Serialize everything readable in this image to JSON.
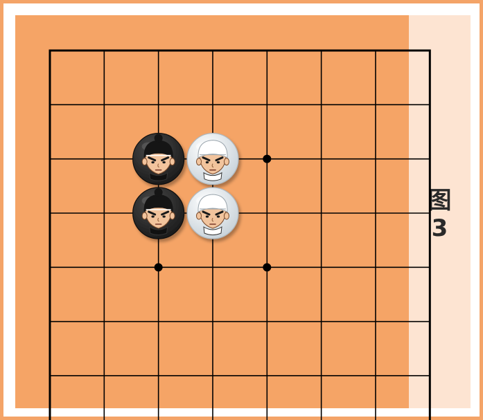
{
  "figure": {
    "label_char": "图",
    "label_num": "3"
  },
  "board": {
    "rows": 7,
    "cols": 7,
    "background_color": "#f5a466",
    "line_color": "#000000",
    "star_points": [
      {
        "col": 4,
        "row": 2
      },
      {
        "col": 2,
        "row": 4
      },
      {
        "col": 4,
        "row": 4
      }
    ],
    "stones": [
      {
        "color": "black",
        "col": 2,
        "row": 2
      },
      {
        "color": "white",
        "col": 3,
        "row": 2
      },
      {
        "color": "black",
        "col": 2,
        "row": 3
      },
      {
        "color": "white",
        "col": 3,
        "row": 3
      }
    ]
  },
  "colors": {
    "frame": "#f4a468",
    "side_panel": "#fde4d2",
    "black_stone": "#2b2b2b",
    "white_stone": "#e4ebf0",
    "skin": "#f2c49d"
  }
}
